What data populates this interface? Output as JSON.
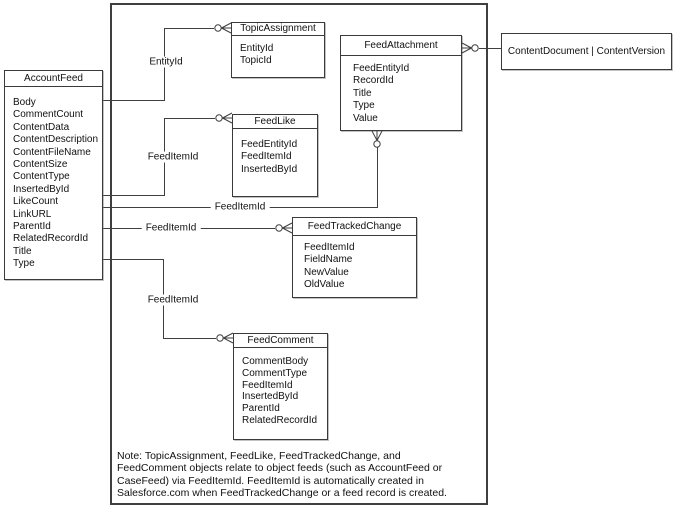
{
  "colors": {
    "line": "#3f3f3f",
    "background": "#ffffff",
    "text": "#111111"
  },
  "entities": {
    "accountfeed": {
      "title": "AccountFeed",
      "fields": [
        "Body",
        "CommentCount",
        "ContentData",
        "ContentDescription",
        "ContentFileName",
        "ContentSize",
        "ContentType",
        "InsertedById",
        "LikeCount",
        "LinkURL",
        "ParentId",
        "RelatedRecordId",
        "Title",
        "Type"
      ]
    },
    "topicassignment": {
      "title": "TopicAssignment",
      "fields": [
        "EntityId",
        "TopicId"
      ]
    },
    "feedlike": {
      "title": "FeedLike",
      "fields": [
        "FeedEntityId",
        "FeedItemId",
        "InsertedById"
      ]
    },
    "feedattachment": {
      "title": "FeedAttachment",
      "fields": [
        "FeedEntityId",
        "RecordId",
        "Title",
        "Type",
        "Value"
      ]
    },
    "feedtrackedchange": {
      "title": "FeedTrackedChange",
      "fields": [
        "FeedItemId",
        "FieldName",
        "NewValue",
        "OldValue"
      ]
    },
    "feedcomment": {
      "title": "FeedComment",
      "fields": [
        "CommentBody",
        "CommentType",
        "FeedItemId",
        "InsertedById",
        "ParentId",
        "RelatedRecordId"
      ]
    },
    "contentdocument": {
      "title": "ContentDocument | ContentVersion"
    }
  },
  "labels": {
    "entity_id": "EntityId",
    "feed_item_id_feedlike": "FeedItemId",
    "feed_item_id_feedattachment": "FeedItemId",
    "feed_item_id_feedtrackedchange": "FeedItemId",
    "feed_item_id_feedcomment": "FeedItemId"
  },
  "note": {
    "text": "Note: TopicAssignment, FeedLike, FeedTrackedChange, and\nFeedComment objects relate to object feeds (such as AccountFeed or\nCaseFeed) via FeedItemId. FeedItemId is automatically created in\nSalesforce.com when FeedTrackedChange or a feed record is created."
  }
}
